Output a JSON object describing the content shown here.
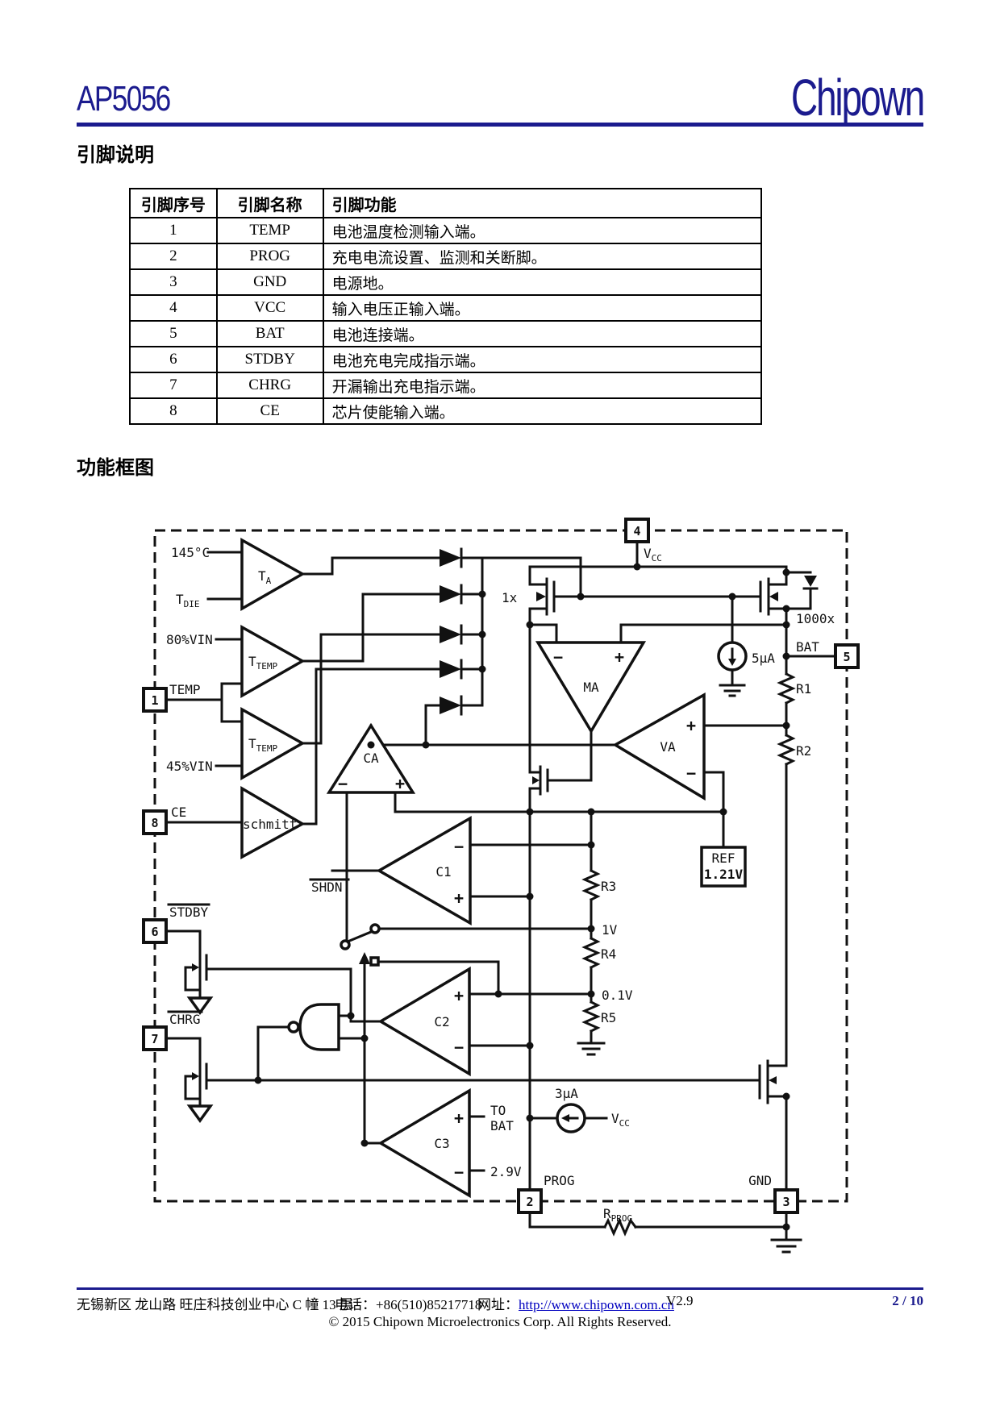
{
  "header": {
    "part_number": "AP5056",
    "logo": "Chipown"
  },
  "colors": {
    "accent": "#1b1b8e",
    "link": "#0000bf",
    "line": "#111111"
  },
  "sections": {
    "pin_desc_title": "引脚说明",
    "block_diagram_title": "功能框图"
  },
  "pin_table": {
    "headers": [
      "引脚序号",
      "引脚名称",
      "引脚功能"
    ],
    "rows": [
      {
        "no": "1",
        "name": "TEMP",
        "func": "电池温度检测输入端。"
      },
      {
        "no": "2",
        "name": "PROG",
        "func": "充电电流设置、监测和关断脚。"
      },
      {
        "no": "3",
        "name": "GND",
        "func": "电源地。"
      },
      {
        "no": "4",
        "name": "VCC",
        "func": "输入电压正输入端。"
      },
      {
        "no": "5",
        "name": "BAT",
        "func": "电池连接端。"
      },
      {
        "no": "6",
        "name": "STDBY",
        "func": "电池充电完成指示端。"
      },
      {
        "no": "7",
        "name": "CHRG",
        "func": "开漏输出充电指示端。"
      },
      {
        "no": "8",
        "name": "CE",
        "func": "芯片使能输入端。"
      }
    ]
  },
  "diagram": {
    "pins": {
      "p1": "1",
      "p2": "2",
      "p3": "3",
      "p4": "4",
      "p5": "5",
      "p6": "6",
      "p7": "7",
      "p8": "8"
    },
    "labels": {
      "temp145": "145°C",
      "t": "T",
      "die": "DIE",
      "a": "A",
      "temp_sub": "TEMP",
      "vin80": "80%VIN",
      "vin45": "45%VIN",
      "temp_pin": "TEMP",
      "ce": "CE",
      "schmitt": "schmitt",
      "shdn": "SHDN",
      "stdby": "STDBY",
      "chrg": "CHRG",
      "x1": "1x",
      "x1000": "1000x",
      "ma": "MA",
      "ca": "CA",
      "va": "VA",
      "c1": "C1",
      "c2": "C2",
      "c3": "C3",
      "v": "V",
      "cc": "CC",
      "i5": "5µA",
      "i3": "3µA",
      "bat": "BAT",
      "r1": "R1",
      "r2": "R2",
      "r3": "R3",
      "r4": "R4",
      "r5": "R5",
      "ref1": "REF",
      "ref2": "1.21V",
      "v1": "1V",
      "v01": "0.1V",
      "v29": "2.9V",
      "to1": "TO",
      "to2": "BAT",
      "prog": "PROG",
      "gnd": "GND",
      "rp": "R",
      "rp_sub": "PROG",
      "plus": "+",
      "minus": "−"
    }
  },
  "footer": {
    "address": "无锡新区 龙山路 旺庄科技创业中心 C 幢 13 层",
    "phone_label": "电话：",
    "phone": "+86(510)85217718",
    "web_label": "网址：",
    "url": "http://www.chipown.com.cn",
    "version": "V2.9",
    "page": "2 / 10",
    "copyright": "© 2015 Chipown Microelectronics Corp. All Rights Reserved."
  }
}
